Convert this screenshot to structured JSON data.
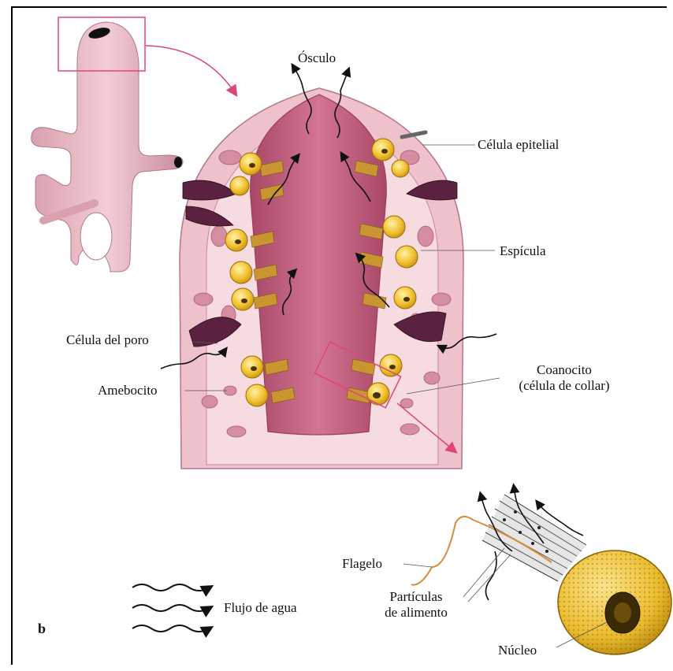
{
  "panel_letter": "b",
  "labels": {
    "osculo": "Ósculo",
    "celula_epitelial": "Célula epitelial",
    "espicula": "Espícula",
    "celula_del_poro": "Célula del poro",
    "coanocito_line1": "Coanocito",
    "coanocito_line2": "(célula de collar)",
    "amebocito": "Amebocito",
    "flagelo": "Flagelo",
    "flujo_de_agua": "Flujo de agua",
    "particulas_line1": "Partículas",
    "particulas_line2": "de alimento",
    "nucleo": "Núcleo"
  },
  "colors": {
    "sponge_pink": "#e8b4bf",
    "sponge_dark": "#c97a8d",
    "cavity": "#c7637f",
    "highlight": "#e0457a",
    "choanocyte": "#f1c232",
    "choanocyte_edge": "#b8860b",
    "flagellum": "#d98c3a",
    "water": "#111111"
  }
}
